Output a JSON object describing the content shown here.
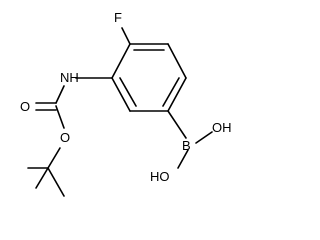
{
  "molecule": {
    "atoms": {
      "F": "F",
      "NH": "NH",
      "B": "B",
      "OH_top": "OH",
      "OH_bottom": "HO",
      "O_carbonyl": "O",
      "O_ester": "O"
    }
  },
  "colors": {
    "bond": "#000000",
    "text": "#000000",
    "background": "#ffffff"
  }
}
